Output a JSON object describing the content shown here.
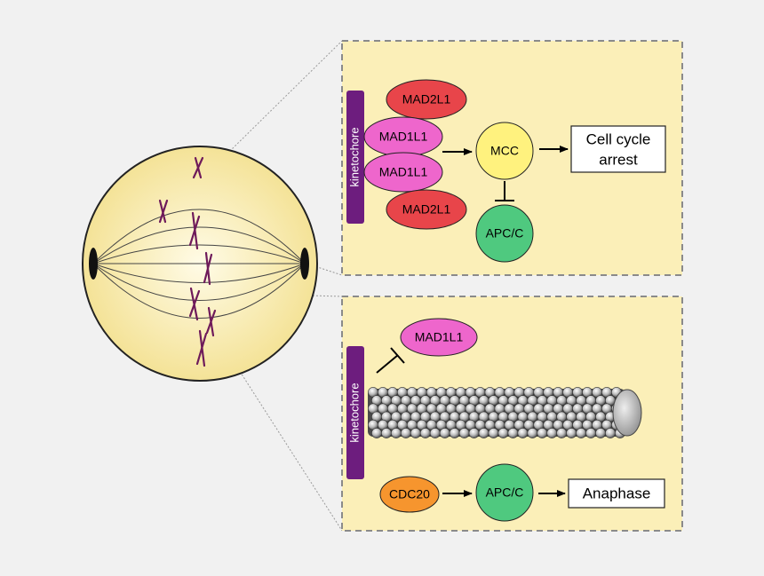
{
  "colors": {
    "background": "#f1f1f1",
    "panel_fill": "#fbefb8",
    "panel_border": "#8a8a8a",
    "cell_fill": "#f7e8a6",
    "kinetochore_bar": "#6d1d7e",
    "mad2l1": "#e8454a",
    "mad1l1": "#ee66cc",
    "mcc": "#fff27e",
    "apcc": "#4fc97f",
    "cdc20": "#f6952e",
    "chromosome": "#6e1a5a",
    "microtubule": "#b8b8b8"
  },
  "top_panel": {
    "kinetochore_label": "kinetochore",
    "mad2l1_top": "MAD2L1",
    "mad1l1_top": "MAD1L1",
    "mad1l1_bottom": "MAD1L1",
    "mad2l1_bottom": "MAD2L1",
    "mcc": "MCC",
    "apcc": "APC/C",
    "outcome_line1": "Cell cycle",
    "outcome_line2": "arrest"
  },
  "bottom_panel": {
    "kinetochore_label": "kinetochore",
    "mad1l1": "MAD1L1",
    "cdc20": "CDC20",
    "apcc": "APC/C",
    "outcome": "Anaphase"
  }
}
